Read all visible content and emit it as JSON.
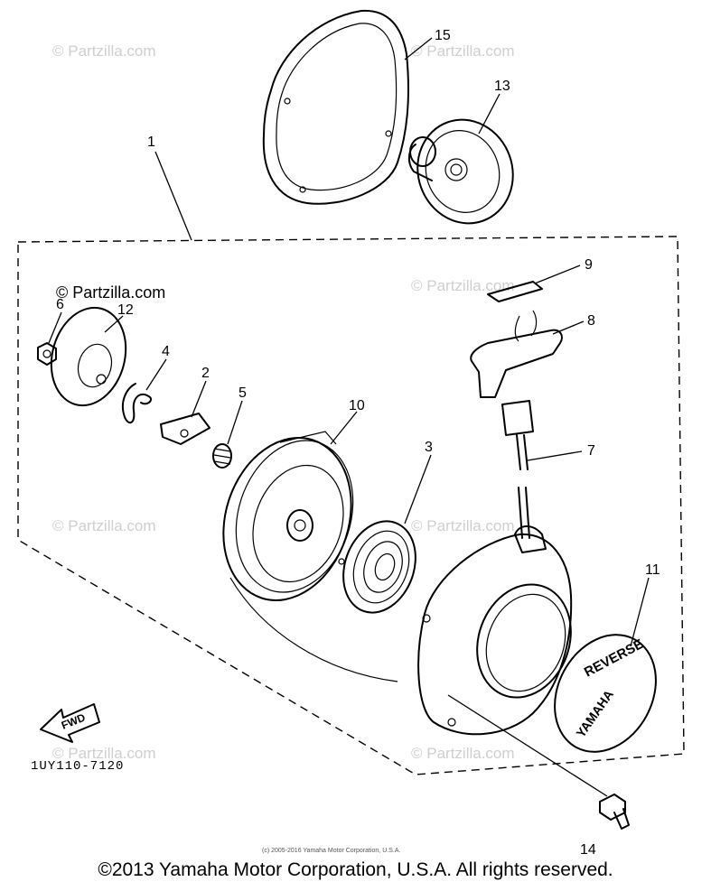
{
  "watermark": {
    "text": "© Partzilla.com"
  },
  "callouts": {
    "c1": "1",
    "c2": "2",
    "c3": "3",
    "c4": "4",
    "c5": "5",
    "c6": "6",
    "c7": "7",
    "c8": "8",
    "c9": "9",
    "c10": "10",
    "c11": "11",
    "c12": "12",
    "c13": "13",
    "c14": "14",
    "c15": "15"
  },
  "cover_text": {
    "top": "REVERSE",
    "bottom": "YAMAHA"
  },
  "fwd_label": "FWD",
  "drawing_code": "1UY110-7120",
  "small_copyright": "(c) 2005-2016 Yamaha Motor Corporation, U.S.A.",
  "footer": "©2013 Yamaha Motor Corporation, U.S.A. All rights reserved."
}
